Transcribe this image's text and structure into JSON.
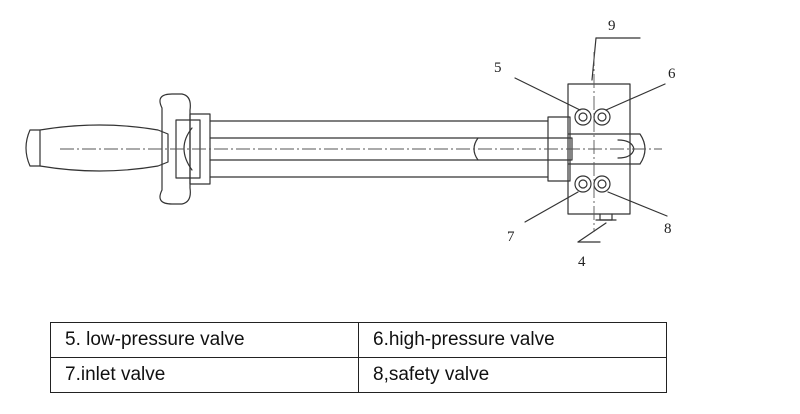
{
  "diagram": {
    "callouts": [
      "9",
      "5",
      "6",
      "7",
      "8",
      "4"
    ]
  },
  "legend": {
    "rows": [
      [
        "5. low-pressure valve",
        "6.high-pressure valve"
      ],
      [
        "7.inlet valve",
        "8,safety valve"
      ]
    ]
  }
}
